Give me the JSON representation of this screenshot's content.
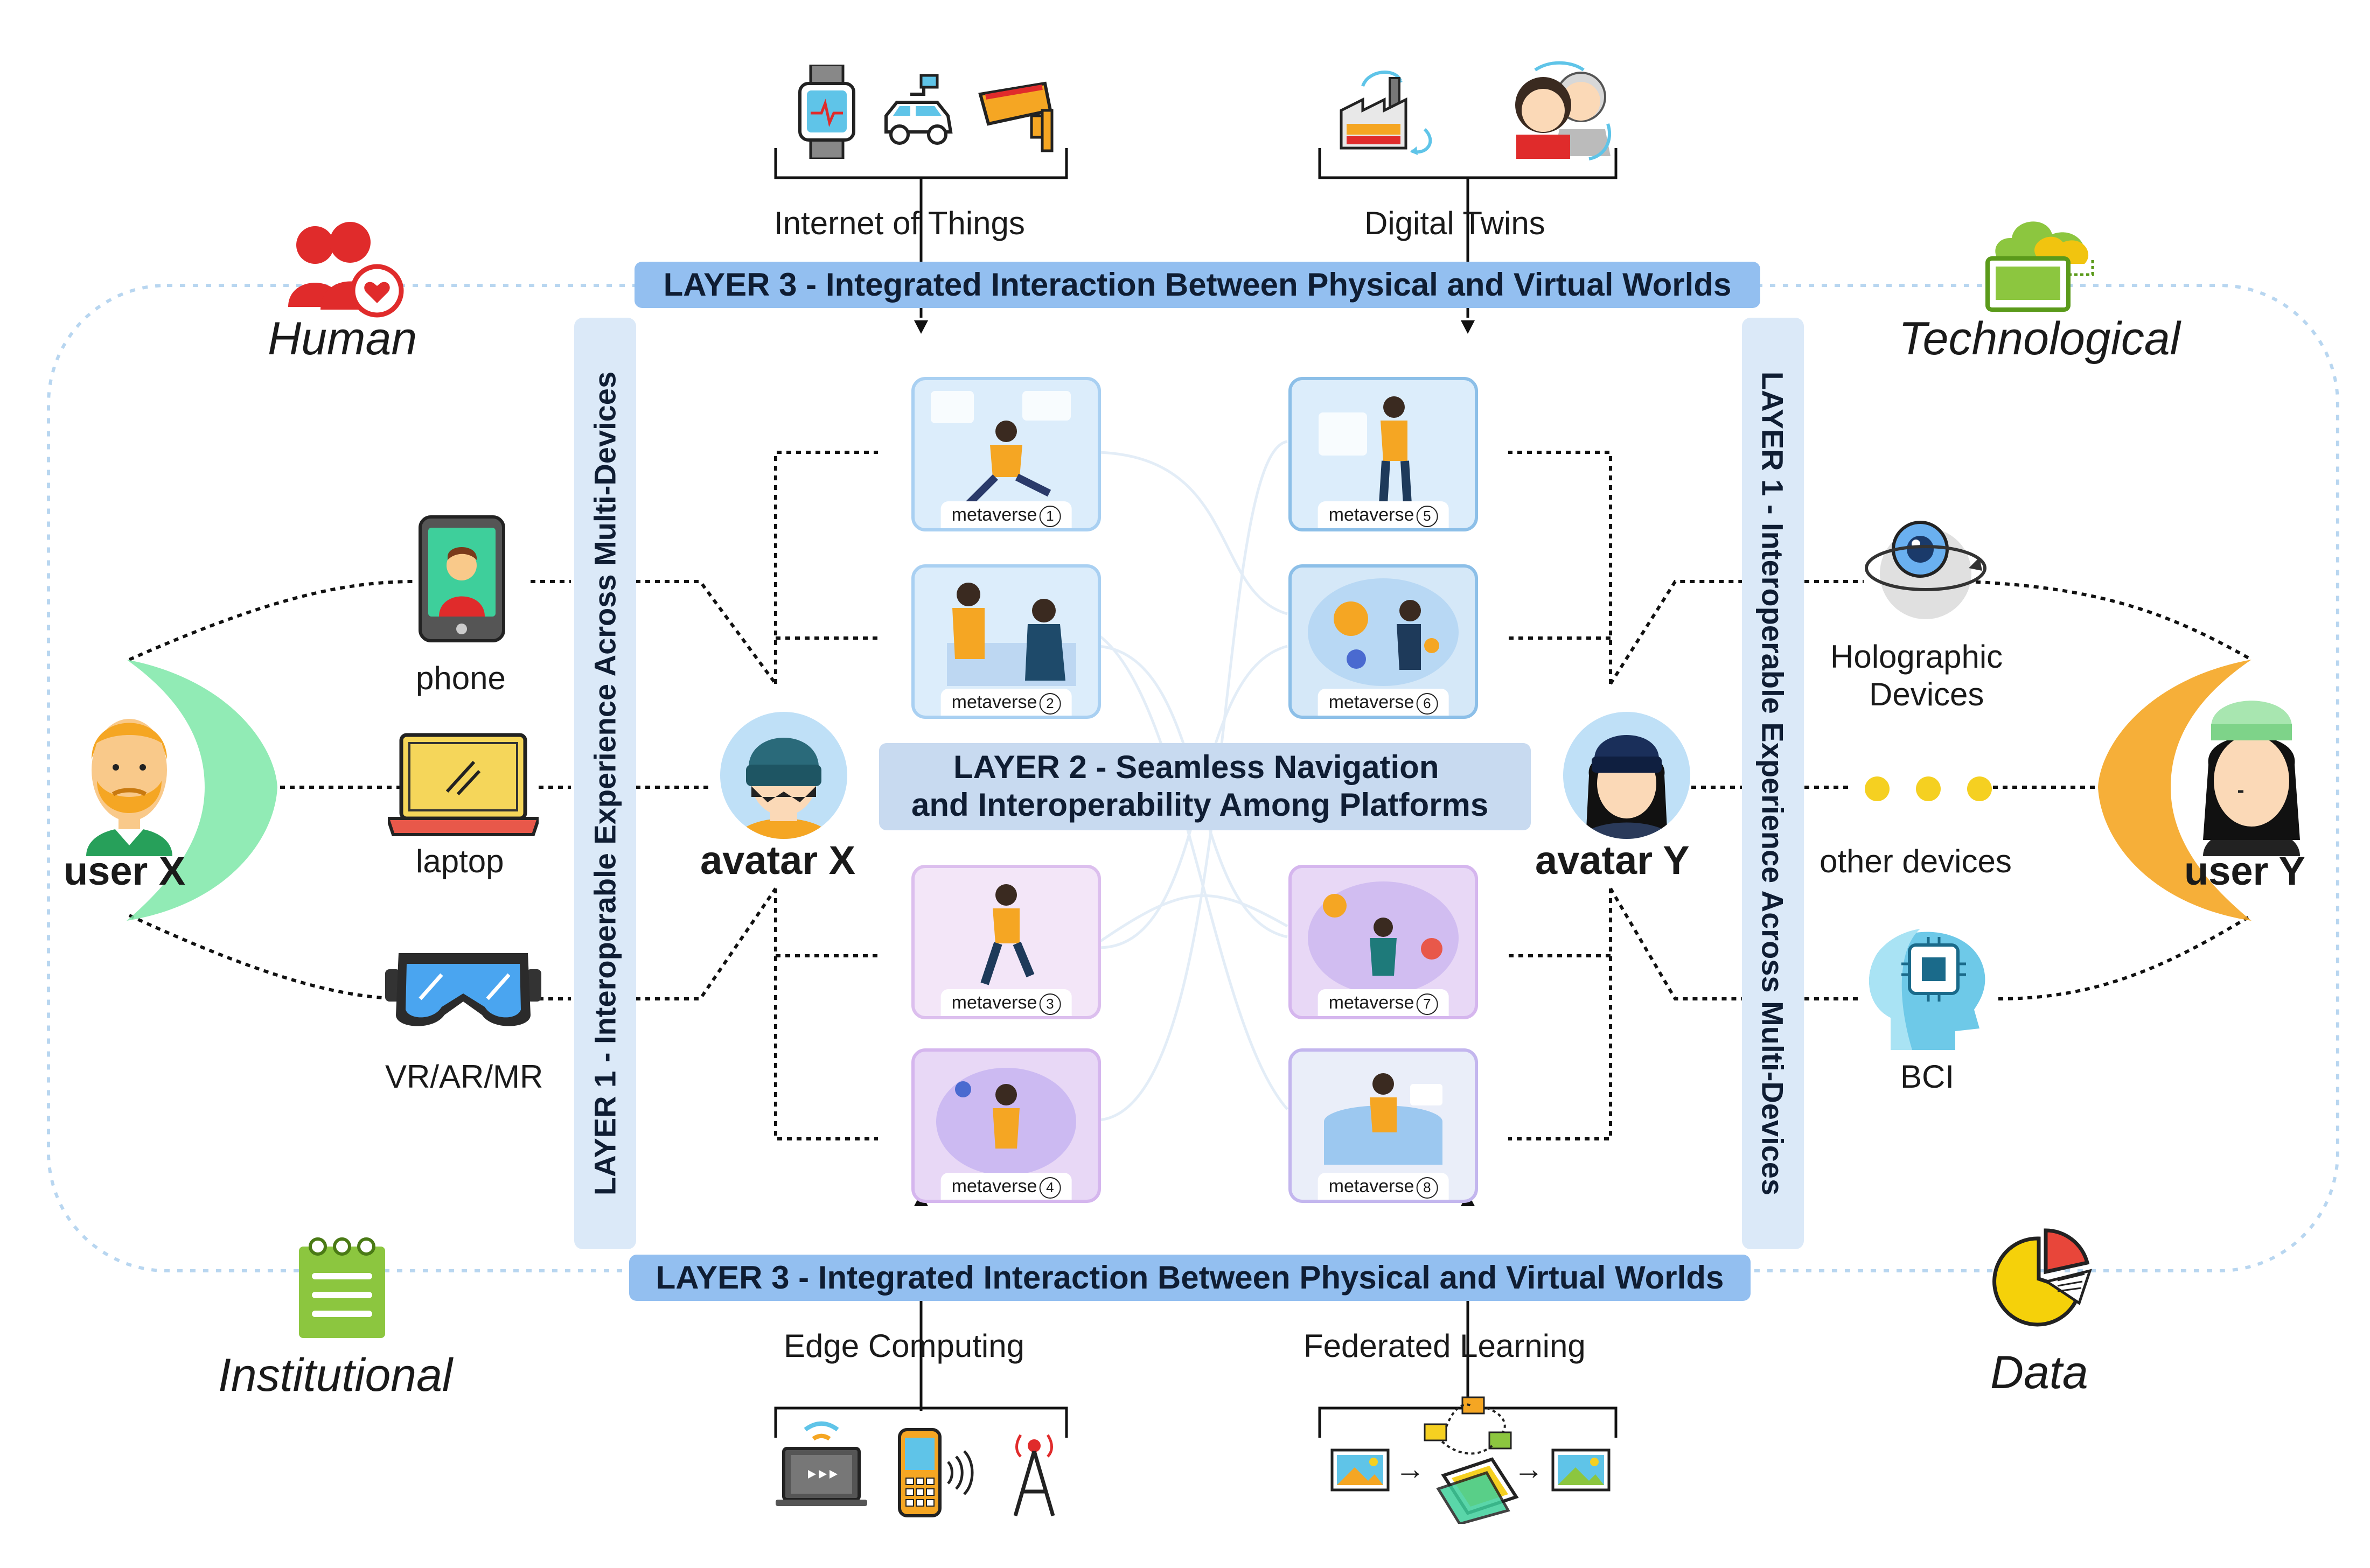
{
  "corners": {
    "human": "Human",
    "technological": "Technological",
    "institutional": "Institutional",
    "data": "Data"
  },
  "layers": {
    "layer3_top": "LAYER 3 - Integrated Interaction Between Physical and Virtual Worlds",
    "layer3_bottom": "LAYER 3 - Integrated Interaction Between Physical and Virtual Worlds",
    "layer2_line1": "LAYER 2 - Seamless  Navigation",
    "layer2_line2": "and Interoperability Among Platforms",
    "layer1_left": "LAYER 1 - Interoperable Experience Across Multi-Devices",
    "layer1_right": "LAYER 1 - Interoperable Experience Across Multi-Devices"
  },
  "technologies": {
    "iot": "Internet of Things",
    "digital_twins": "Digital Twins",
    "edge": "Edge Computing",
    "federated": "Federated Learning"
  },
  "users": {
    "x": "user X",
    "y": "user Y"
  },
  "avatars": {
    "x": "avatar X",
    "y": "avatar Y"
  },
  "devices_left": {
    "phone": "phone",
    "laptop": "laptop",
    "vr": "VR/AR/MR"
  },
  "devices_right": {
    "holo_line1": "Holographic",
    "holo_line2": "Devices",
    "other": "other devices",
    "bci": "BCI"
  },
  "metaverses": [
    {
      "label": "metaverse",
      "num": "1"
    },
    {
      "label": "metaverse",
      "num": "2"
    },
    {
      "label": "metaverse",
      "num": "3"
    },
    {
      "label": "metaverse",
      "num": "4"
    },
    {
      "label": "metaverse",
      "num": "5"
    },
    {
      "label": "metaverse",
      "num": "6"
    },
    {
      "label": "metaverse",
      "num": "7"
    },
    {
      "label": "metaverse",
      "num": "8"
    }
  ],
  "colors": {
    "layer_bar": "#93bff0",
    "layer_box": "#dbe9f8",
    "human_red": "#e02b2b",
    "tech_green": "#8cc63f",
    "user_x_accent": "#7ee8a8",
    "user_y_accent": "#f5a623"
  }
}
